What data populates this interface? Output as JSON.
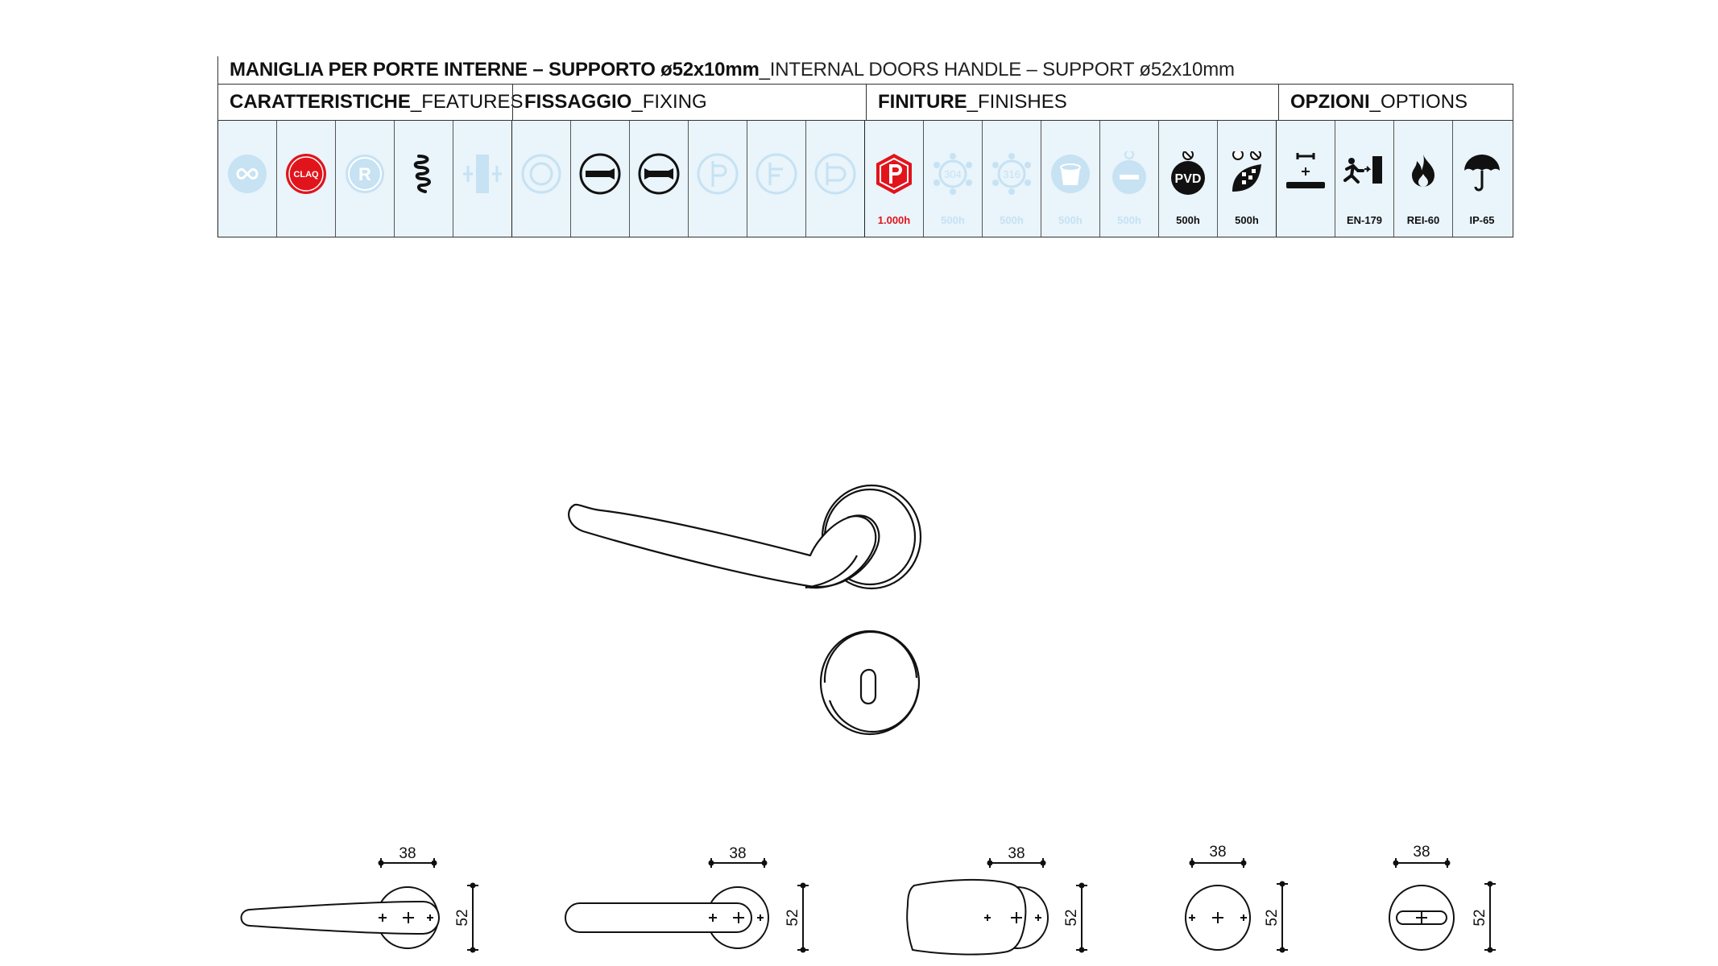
{
  "title": {
    "bold": "MANIGLIA PER PORTE INTERNE – SUPPORTO ø52x10mm",
    "light": "_INTERNAL DOORS HANDLE – SUPPORT ø52x10mm"
  },
  "sections": [
    {
      "bold": "CARATTERISTICHE",
      "light": "_FEATURES"
    },
    {
      "bold": "FISSAGGIO",
      "light": "_FIXING"
    },
    {
      "bold": "FINITURE",
      "light": "_FINISHES"
    },
    {
      "bold": "OPZIONI",
      "light": "_OPTIONS"
    }
  ],
  "icons": [
    {
      "name": "infinity-ring-icon",
      "active": false,
      "caption": ""
    },
    {
      "name": "claq-badge-icon",
      "active": true,
      "caption": "",
      "label": "CLAQ"
    },
    {
      "name": "registered-r-icon",
      "active": false,
      "caption": "",
      "label": "R"
    },
    {
      "name": "spring-icon",
      "active": true,
      "caption": ""
    },
    {
      "name": "door-thickness-icon",
      "active": false,
      "caption": ""
    },
    {
      "name": "concentric-rings-icon",
      "active": false,
      "caption": ""
    },
    {
      "name": "screw-fixing-icon",
      "active": true,
      "caption": ""
    },
    {
      "name": "through-bolt-icon",
      "active": true,
      "caption": ""
    },
    {
      "name": "fixing-p-icon",
      "active": false,
      "caption": ""
    },
    {
      "name": "fixing-e-icon",
      "active": false,
      "caption": ""
    },
    {
      "name": "fixing-d-icon",
      "active": false,
      "caption": ""
    },
    {
      "name": "protect-p-hexagon-icon",
      "active": true,
      "caption": "1.000h",
      "caption_color": "red"
    },
    {
      "name": "steel-304-icon",
      "active": false,
      "caption": "500h",
      "label": "304"
    },
    {
      "name": "steel-316-icon",
      "active": false,
      "caption": "500h",
      "label": "316"
    },
    {
      "name": "paint-bucket-icon",
      "active": false,
      "caption": "500h"
    },
    {
      "name": "minus-circle-icon",
      "active": false,
      "caption": "500h"
    },
    {
      "name": "pvd-badge-icon",
      "active": true,
      "caption": "500h",
      "label": "PVD"
    },
    {
      "name": "antibacterial-leaf-icon",
      "active": true,
      "caption": "500h"
    },
    {
      "name": "thickness-plus-icon",
      "active": true,
      "caption": ""
    },
    {
      "name": "emergency-exit-icon",
      "active": true,
      "caption": "EN-179"
    },
    {
      "name": "fire-flame-icon",
      "active": true,
      "caption": "REI-60"
    },
    {
      "name": "umbrella-icon",
      "active": true,
      "caption": "IP-65"
    }
  ],
  "dimensions": [
    {
      "name": "lever-round-end",
      "width": "38",
      "height": "52"
    },
    {
      "name": "lever-straight",
      "width": "38",
      "height": "52"
    },
    {
      "name": "knob",
      "width": "38",
      "height": "52"
    },
    {
      "name": "rosette",
      "width": "38",
      "height": "52"
    },
    {
      "name": "wc-rosette",
      "width": "38",
      "height": "52"
    }
  ]
}
